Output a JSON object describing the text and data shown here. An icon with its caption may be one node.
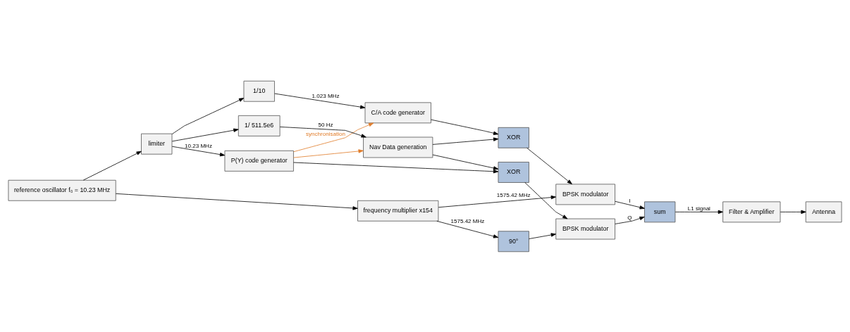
{
  "diagram": {
    "nodes": [
      {
        "text": [
          "reference oscillator f₀ = 10.23 MHz"
        ]
      },
      {
        "text": [
          "frequency multiplier x154"
        ]
      },
      {
        "text": [
          "limiter"
        ]
      },
      {
        "text": [
          "BPSK modulator"
        ]
      },
      {
        "text": [
          "90°"
        ]
      },
      {
        "text": [
          "BPSK modulator"
        ]
      },
      {
        "text": [
          "P(Y) code generator"
        ]
      },
      {
        "text": [
          "XOR"
        ]
      },
      {
        "text": [
          "1/10"
        ]
      },
      {
        "text": [
          "C/A code generator"
        ]
      },
      {
        "text": [
          "XOR"
        ]
      },
      {
        "text": [
          "1/ 511.5e6"
        ]
      },
      {
        "text": [
          "Nav Data generation"
        ]
      },
      {
        "text": [
          "sum"
        ]
      },
      {
        "text": [
          "Filter & Amplifier"
        ]
      },
      {
        "text": [
          "Antenna"
        ]
      }
    ],
    "edges": [
      {
        "from": 0,
        "to": 1,
        "arrow": "to"
      },
      {
        "from": 0,
        "to": 2,
        "arrow": "to"
      },
      {
        "from": 1,
        "to": 3,
        "arrow": "to",
        "label": "1575.42 MHz"
      },
      {
        "from": 1,
        "to": 4,
        "arrow": "to",
        "label": "1575.42 MHz"
      },
      {
        "from": 4,
        "to": 5,
        "arrow": "to"
      },
      {
        "from": 2,
        "to": 6,
        "arrow": "to",
        "label": "10.23 MHz"
      },
      {
        "from": 2,
        "to": 8,
        "arrow": "to"
      },
      {
        "from": 2,
        "to": 11,
        "arrow": "to"
      },
      {
        "from": 8,
        "to": 9,
        "arrow": "to",
        "label": "1.023 MHz"
      },
      {
        "from": 11,
        "to": 12,
        "arrow": "to",
        "label": "50 Hz"
      },
      {
        "from": 6,
        "to": 9,
        "arrow": "to",
        "label": "synchronisation",
        "color": "#e07b28"
      },
      {
        "from": 6,
        "to": 12,
        "arrow": "to",
        "color": "#e07b28"
      },
      {
        "from": 6,
        "to": 7,
        "arrow": "to"
      },
      {
        "from": 12,
        "to": 7,
        "arrow": "to"
      },
      {
        "from": 9,
        "to": 10,
        "arrow": "to"
      },
      {
        "from": 12,
        "to": 10,
        "arrow": "to"
      },
      {
        "from": 7,
        "to": 5,
        "arrow": "to"
      },
      {
        "from": 10,
        "to": 3,
        "arrow": "to"
      },
      {
        "from": 3,
        "to": 13,
        "arrow": "to",
        "label": "I"
      },
      {
        "from": 5,
        "to": 13,
        "arrow": "to",
        "label": "Q"
      },
      {
        "from": 13,
        "to": 14,
        "arrow": "to",
        "label": "L1 signal"
      },
      {
        "from": 14,
        "to": 15,
        "arrow": "to"
      }
    ]
  }
}
